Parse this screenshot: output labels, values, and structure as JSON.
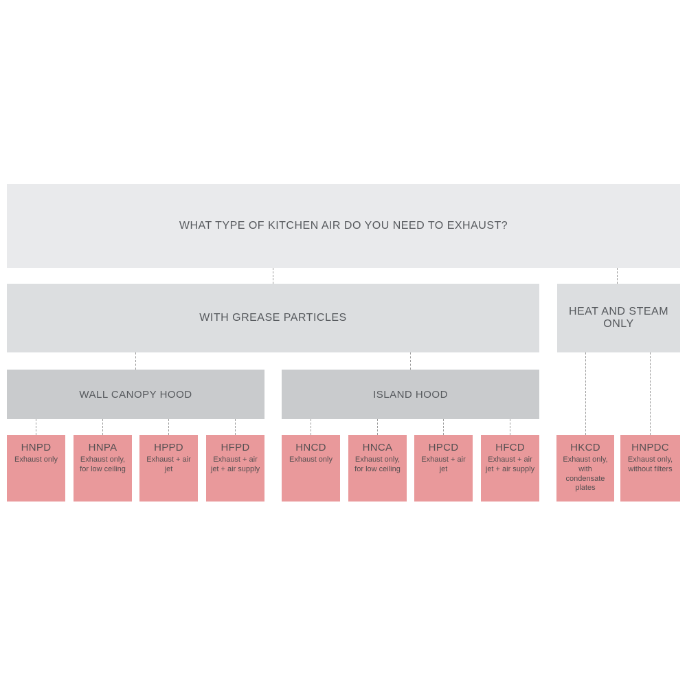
{
  "root": {
    "question": "WHAT TYPE OF KITCHEN AIR DO YOU NEED TO EXHAUST?"
  },
  "branches": {
    "grease": {
      "label": "WITH GREASE PARTICLES"
    },
    "heat": {
      "label": "HEAT AND STEAM ONLY"
    }
  },
  "hoods": {
    "wall": {
      "label": "WALL CANOPY HOOD"
    },
    "island": {
      "label": "ISLAND HOOD"
    }
  },
  "products": [
    {
      "code": "HNPD",
      "desc": "Exhaust only"
    },
    {
      "code": "HNPA",
      "desc": "Exhaust only, for low ceiling"
    },
    {
      "code": "HPPD",
      "desc": "Exhaust + air jet"
    },
    {
      "code": "HFPD",
      "desc": "Exhaust + air jet + air supply"
    },
    {
      "code": "HNCD",
      "desc": "Exhaust only"
    },
    {
      "code": "HNCA",
      "desc": "Exhaust only, for low ceiling"
    },
    {
      "code": "HPCD",
      "desc": "Exhaust + air jet"
    },
    {
      "code": "HFCD",
      "desc": "Exhaust + air jet + air supply"
    },
    {
      "code": "HKCD",
      "desc": "Exhaust only, with condensate plates"
    },
    {
      "code": "HNPDC",
      "desc": "Exhaust only, without filters"
    }
  ],
  "colors": {
    "root_box": "#e9eaec",
    "branch_box": "#dcdee0",
    "hood_box": "#c9cbcd",
    "product_box": "#e9999b",
    "text": "#55585c",
    "connector": "#9b9b9b"
  }
}
